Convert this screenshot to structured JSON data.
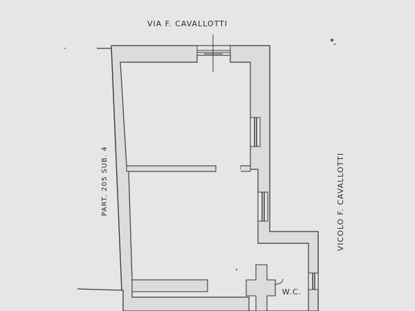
{
  "labels": {
    "street_top": "VIA  F.  CAVALLOTTI",
    "street_right": "VICOLO   F.   CAVALLOTTI",
    "parcel": "PART. 205   SUB. 4",
    "wc": "W.C."
  },
  "colors": {
    "paper": "#e6e7e4",
    "wall_fill": "#dcddda",
    "line": "#3a3a3a"
  }
}
